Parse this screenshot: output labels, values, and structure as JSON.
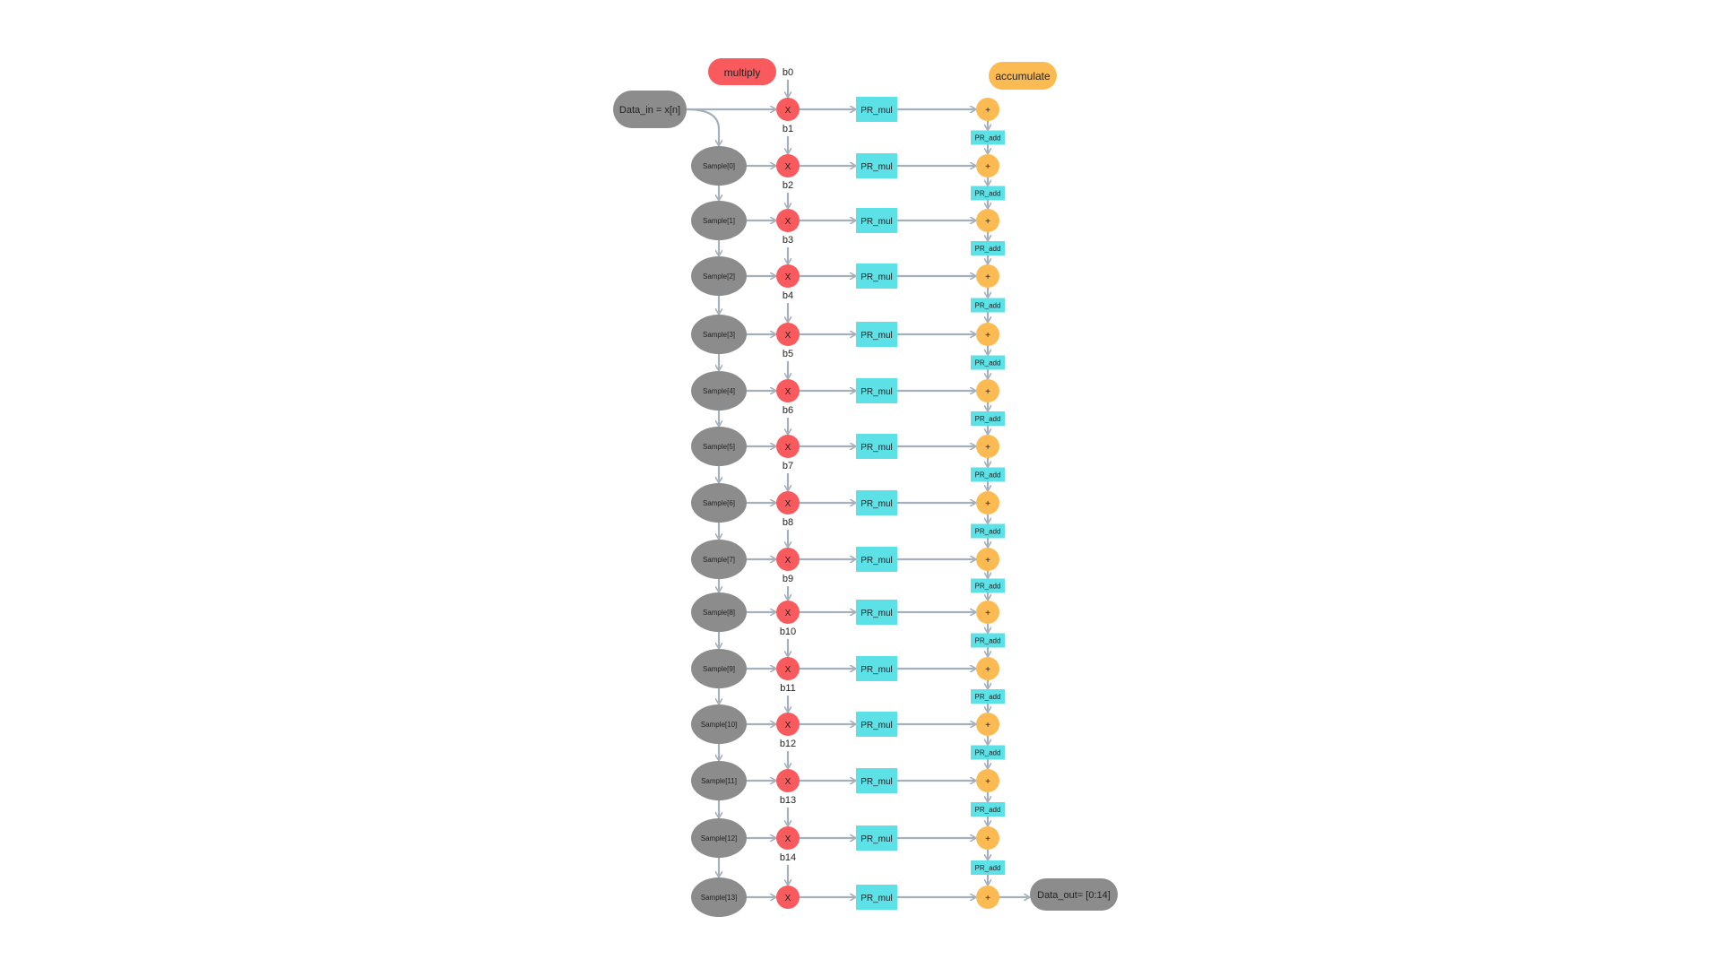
{
  "colors": {
    "multiply": "#f95a5d",
    "accumulate": "#fcbb52",
    "register": "#5ce1e6",
    "sample": "#8c8c8c",
    "arrow": "#a5b0bb",
    "text": "#222222"
  },
  "legend": {
    "multiply_label": "multiply",
    "accumulate_label": "accumulate"
  },
  "input": {
    "label": "Data_in = x[n]"
  },
  "output": {
    "label": "Data_out= [0:14]"
  },
  "multiplier_symbol": "X",
  "adder_symbol": "+",
  "register_mul_label": "PR_mul",
  "register_add_label": "PR_add",
  "coefficients": [
    "b0",
    "b1",
    "b2",
    "b3",
    "b4",
    "b5",
    "b6",
    "b7",
    "b8",
    "b9",
    "b10",
    "b11",
    "b12",
    "b13",
    "b14"
  ],
  "samples": [
    "Sample[0]",
    "Sample[1]",
    "Sample[2]",
    "Sample[3]",
    "Sample[4]",
    "Sample[5]",
    "Sample[6]",
    "Sample[7]",
    "Sample[8]",
    "Sample[9]",
    "Sample[10]",
    "Sample[11]",
    "Sample[12]",
    "Sample[13]"
  ]
}
